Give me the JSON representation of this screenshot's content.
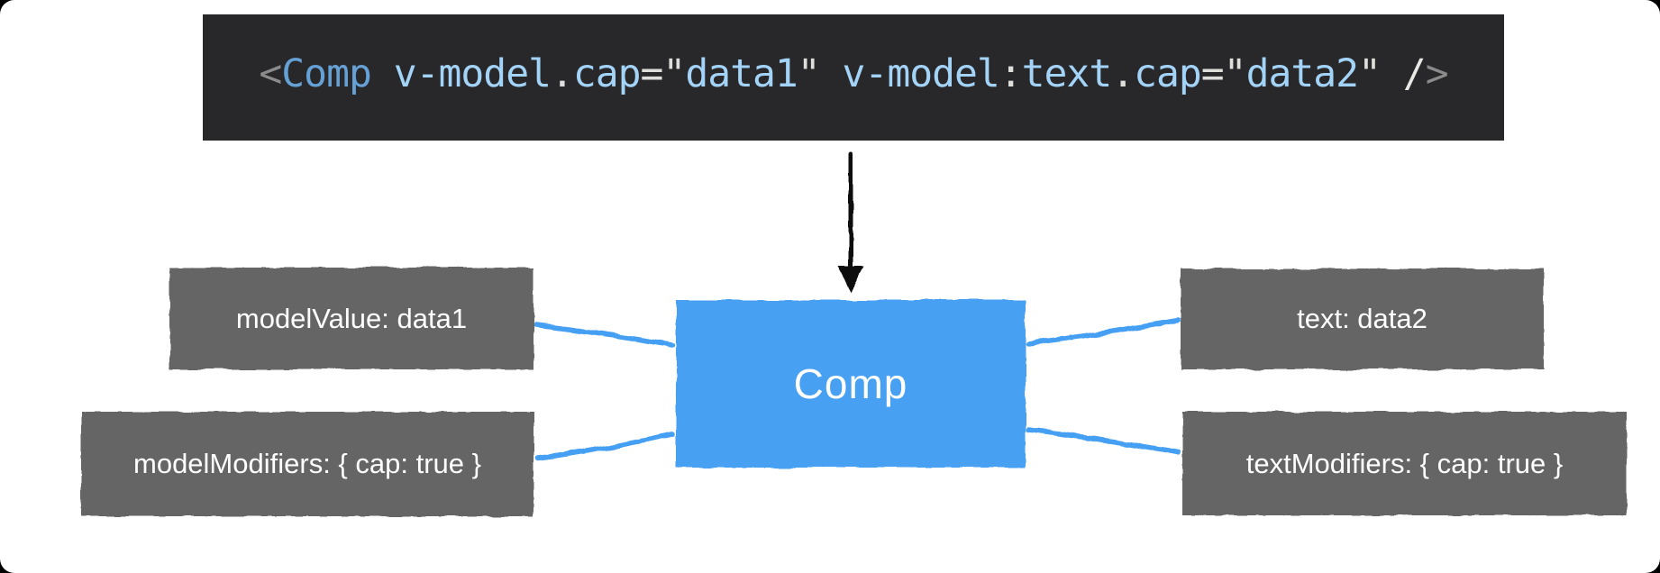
{
  "code_block": {
    "background": "#28282b",
    "full_text": "<Comp v-model.cap=\"data1\" v-model:text.cap=\"data2\" />",
    "tokens": [
      {
        "text": "<",
        "color": "#8b8b8b"
      },
      {
        "text": "Comp",
        "color": "#66a1d6"
      },
      {
        "text": " ",
        "color": "#dededa"
      },
      {
        "text": "v-model",
        "color": "#a3d3f7"
      },
      {
        "text": ".",
        "color": "#dededa"
      },
      {
        "text": "cap",
        "color": "#a3d3f7"
      },
      {
        "text": "=",
        "color": "#dededa"
      },
      {
        "text": "\"",
        "color": "#dededa"
      },
      {
        "text": "data1",
        "color": "#a3d3f7"
      },
      {
        "text": "\"",
        "color": "#dededa"
      },
      {
        "text": " ",
        "color": "#dededa"
      },
      {
        "text": "v-model",
        "color": "#a3d3f7"
      },
      {
        "text": ":",
        "color": "#dededa"
      },
      {
        "text": "text",
        "color": "#a3d3f7"
      },
      {
        "text": ".",
        "color": "#dededa"
      },
      {
        "text": "cap",
        "color": "#a3d3f7"
      },
      {
        "text": "=",
        "color": "#dededa"
      },
      {
        "text": "\"",
        "color": "#dededa"
      },
      {
        "text": "data2",
        "color": "#a3d3f7"
      },
      {
        "text": "\"",
        "color": "#dededa"
      },
      {
        "text": " ",
        "color": "#dededa"
      },
      {
        "text": "/",
        "color": "#e8e8e4"
      },
      {
        "text": ">",
        "color": "#8b8b8b"
      }
    ]
  },
  "diagram": {
    "component": {
      "label": "Comp",
      "fill": "#47a0f2",
      "text_color": "#ffffff"
    },
    "props": [
      {
        "id": "model-value",
        "label": "modelValue: data1"
      },
      {
        "id": "model-modifiers",
        "label": "modelModifiers: { cap: true }"
      },
      {
        "id": "text-prop",
        "label": "text: data2"
      },
      {
        "id": "text-modifiers",
        "label": "textModifiers: { cap: true }"
      }
    ],
    "prop_box_fill": "#656565",
    "prop_text_color": "#ffffff",
    "connector_color": "#459ff2",
    "arrow_color": "#111111"
  }
}
